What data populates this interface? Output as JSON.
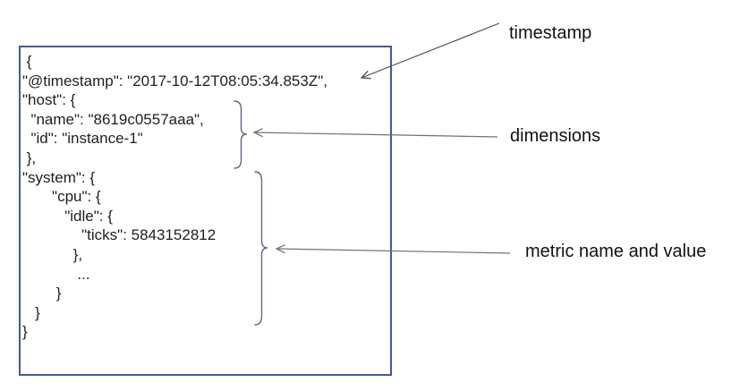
{
  "diagram": {
    "document_box": {
      "code_lines": [
        " {",
        "\"@timestamp\": \"2017-10-12T08:05:34.853Z\",",
        "\"host\": {",
        "  \"name\": \"8619c0557aaa\",",
        "  \"id\": \"instance-1\"",
        " },",
        "\"system\": {",
        "       \"cpu\": {",
        "          \"idle\": {",
        "              \"ticks\": 5843152812",
        "            },",
        "             ...",
        "        }",
        "   }",
        "}"
      ]
    },
    "annotations": {
      "timestamp_label": "timestamp",
      "dimensions_label": "dimensions",
      "metric_label": "metric name and value"
    },
    "colors": {
      "box_border": "#44599c",
      "code_text": "#1f1f1f",
      "label_text": "#111111",
      "timestamp_arrow": "#4a505a",
      "annotation_arrows": "#6b727c",
      "braces": "#5d6a82"
    }
  }
}
